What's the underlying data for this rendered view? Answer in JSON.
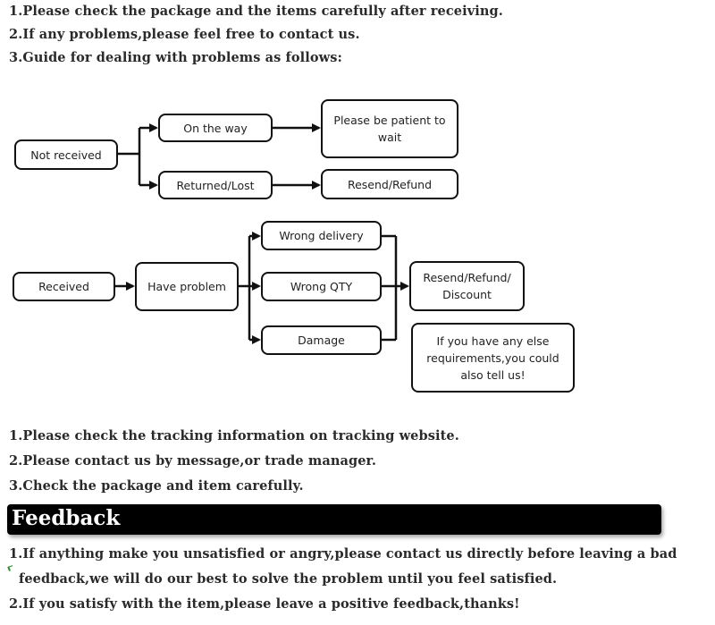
{
  "intro_lines": [
    "1.Please check the package and the items carefully after receiving.",
    "2.If any problems,please feel free to contact us.",
    "3.Guide for dealing with problems as follows:"
  ],
  "diagram": {
    "not_received": "Not received",
    "on_the_way": "On the way",
    "be_patient": "Please be patient to wait",
    "returned_lost": "Returned/Lost",
    "resend_refund": "Resend/Refund",
    "received": "Received",
    "have_problem": "Have problem",
    "wrong_delivery": "Wrong delivery",
    "wrong_qty": "Wrong QTY",
    "damage": "Damage",
    "resend_refund_discount": "Resend/Refund/ Discount",
    "other_requirements": "If you have any else requirements,you could also tell us!"
  },
  "tips": [
    "1.Please check the tracking information on tracking website.",
    "2.Please contact us by message,or trade manager.",
    "3.Check the package and item carefully."
  ],
  "feedback": {
    "title": "Feedback",
    "lines": [
      "1.If anything make you unsatisfied or angry,please contact us directly before leaving a bad",
      "feedback,we will do our best to solve the problem until you feel satisfied.",
      "2.If you satisfy with the item,please leave a positive feedback,thanks!"
    ]
  },
  "colors": {
    "box_border": "#111111",
    "feedback_bar": "#000000",
    "feedback_text": "#ffffff"
  }
}
